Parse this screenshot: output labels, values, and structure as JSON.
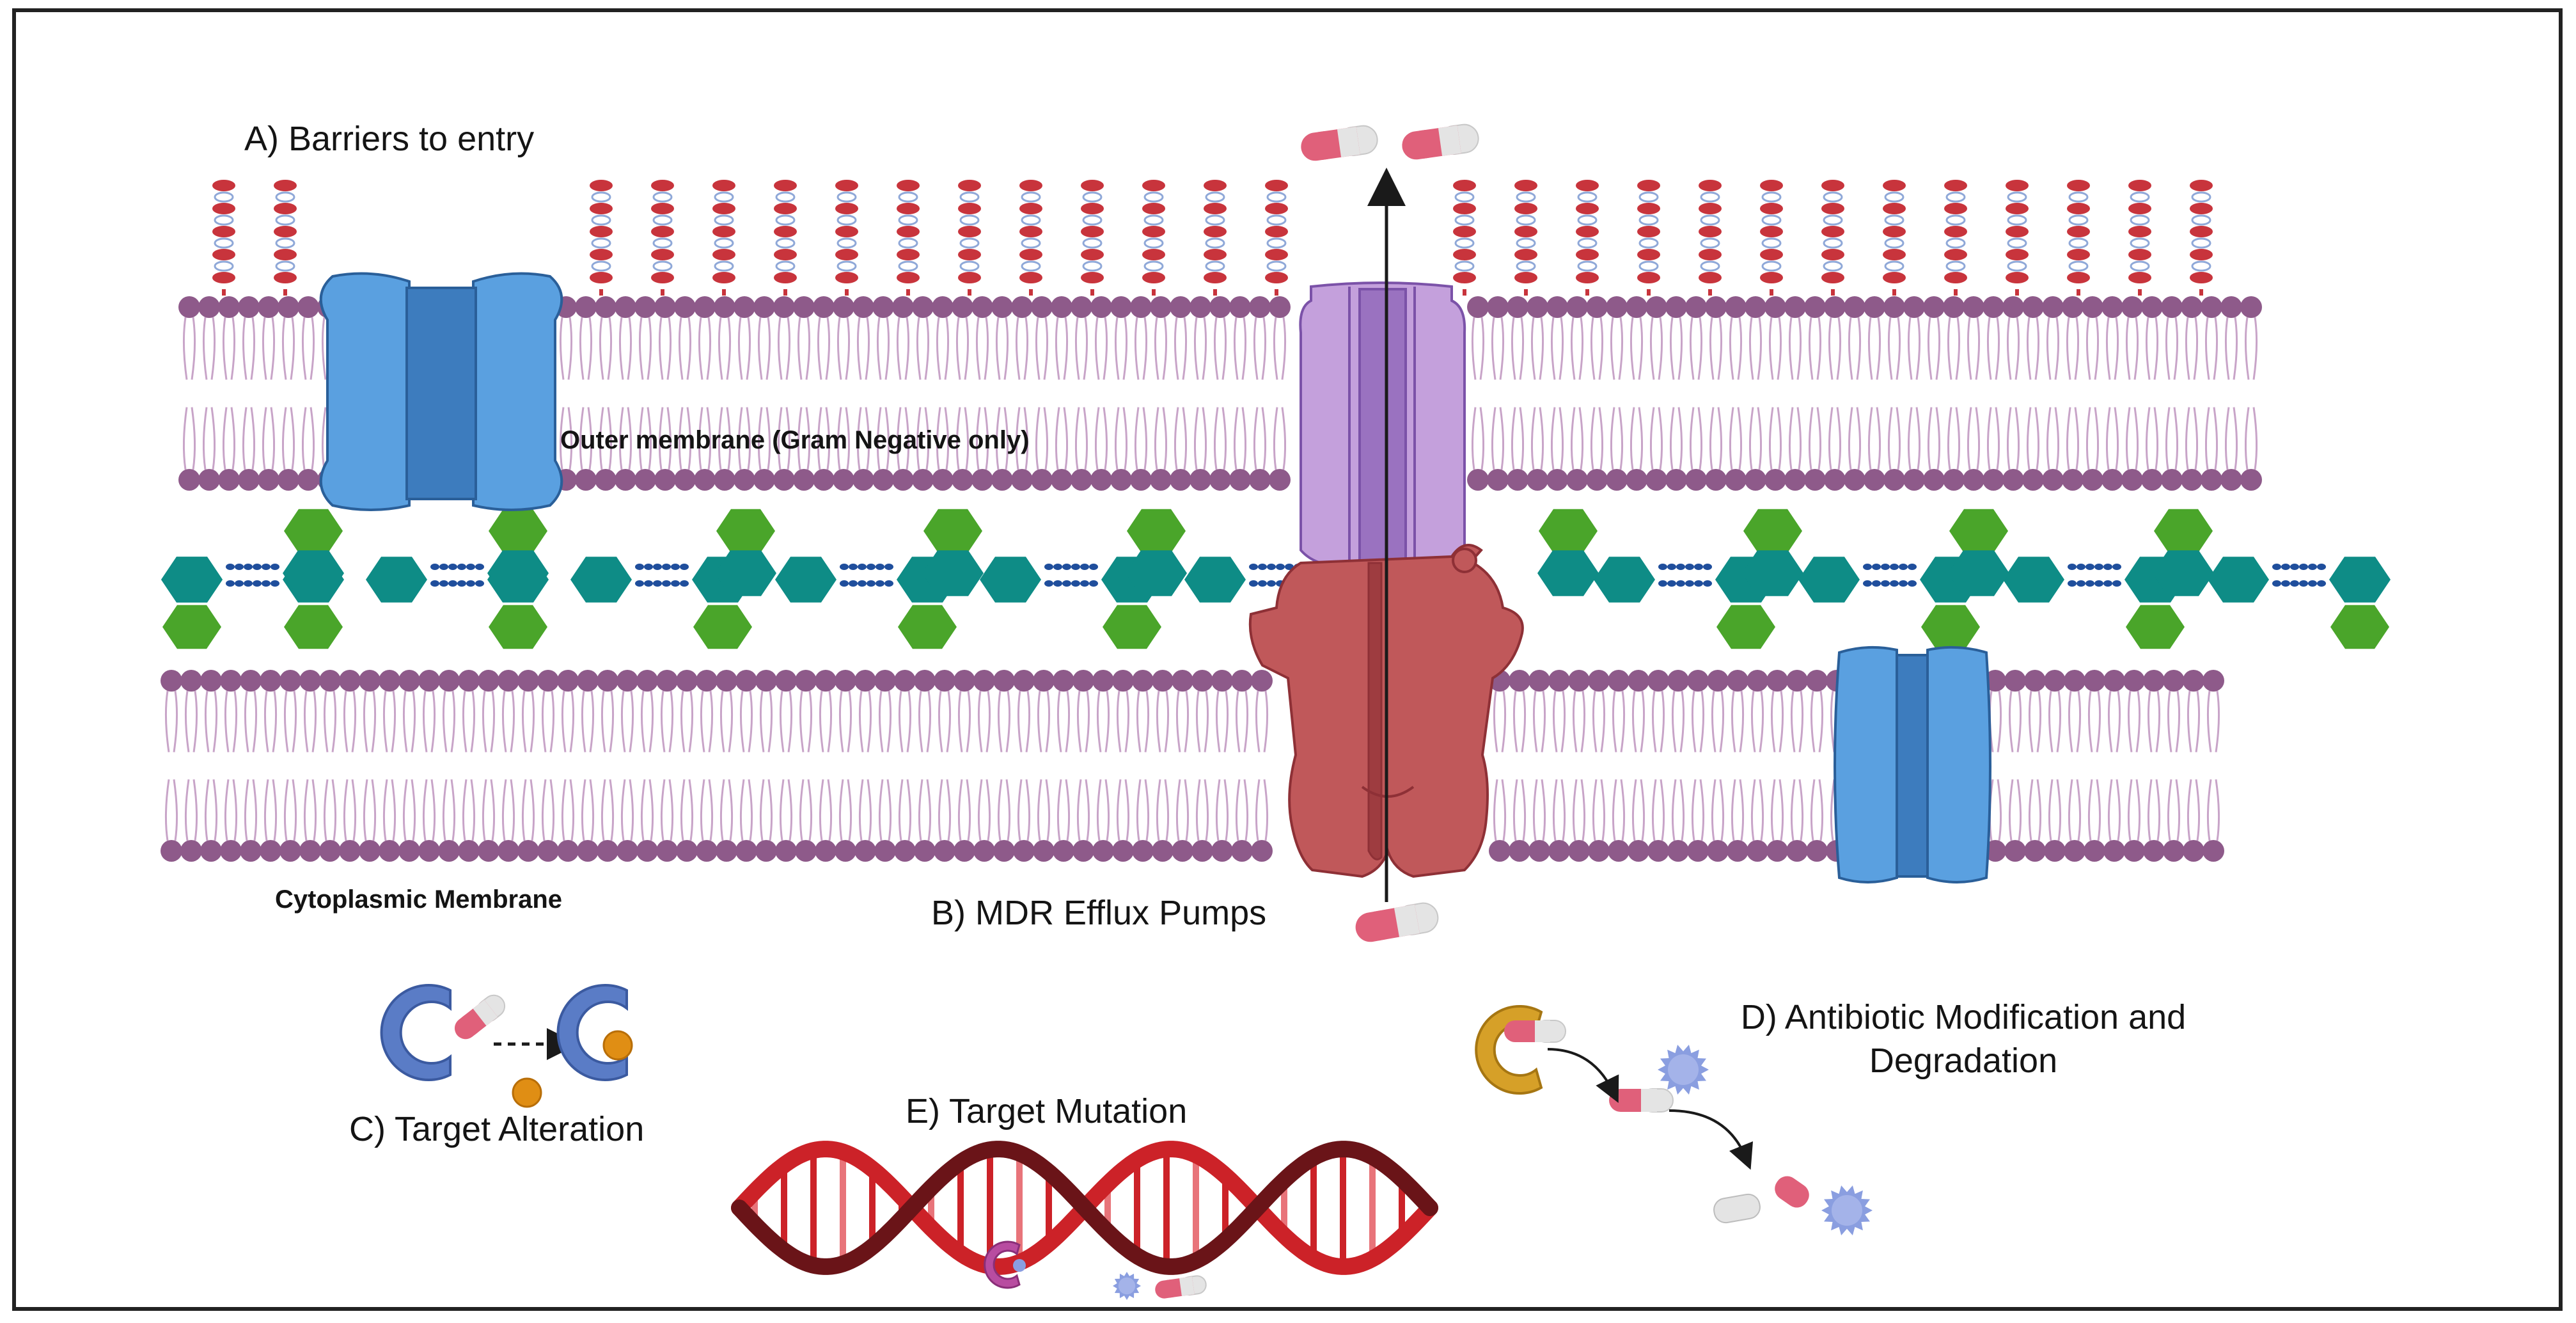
{
  "labels": {
    "barriers": "A) Barriers to entry",
    "outer_membrane": "Outer membrane (Gram Negative only)",
    "cytoplasmic_membrane": "Cytoplasmic Membrane",
    "efflux_pumps": "B) MDR Efflux Pumps",
    "target_alteration": "C) Target Alteration",
    "modification_line1": "D) Antibiotic Modification and",
    "modification_line2": "Degradation",
    "target_mutation": "E) Target Mutation"
  },
  "colors": {
    "lipid_head": "#8e5a8a",
    "lipid_tail": "#c8a4c8",
    "lps_red": "#c8343c",
    "lps_link": "#8fa8d8",
    "peptidoglycan_teal": "#0e8c86",
    "peptidoglycan_green": "#4aa52a",
    "peptidoglycan_link": "#1f4e9c",
    "porin_light": "#5aa0e0",
    "porin_dark": "#3d7cbe",
    "outer_efflux": "#c4a0dc",
    "outer_efflux_dark": "#9a72c0",
    "inner_efflux": "#c0585a",
    "inner_efflux_dark": "#9e3c40",
    "pill_red": "#e0607a",
    "pill_white": "#e4e4e4",
    "enzyme_blue": "#5a7cc6",
    "enzyme_gold": "#d6a028",
    "dna_dark": "#6a1418",
    "dna_red": "#cc2228",
    "degradation_star": "#8a9ee0"
  },
  "icons": [
    "porin-channel-icon",
    "efflux-pump-icon",
    "antibiotic-pill-icon",
    "enzyme-icon",
    "dna-helix-icon",
    "degradation-star-icon"
  ]
}
